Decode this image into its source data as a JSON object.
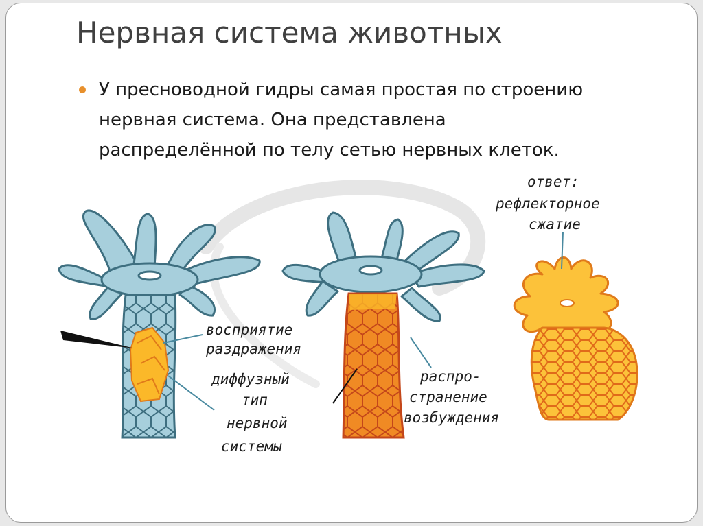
{
  "slide": {
    "title": "Нервная система животных",
    "bullet": {
      "lines": [
        "У пресноводной гидры самая простая по строению",
        "нервная система.  Она представлена",
        "распределённой по телу сетью нервных клеток."
      ]
    }
  },
  "figure": {
    "labels": {
      "perception_1": "восприятие",
      "perception_2": "раздражения",
      "diffuse_1": "диффузный",
      "diffuse_2": "тип",
      "diffuse_3": "нервной",
      "diffuse_4": "системы",
      "spread_1": "распро-",
      "spread_2": "странение",
      "spread_3": "возбуждения",
      "answer_1": "ответ:",
      "answer_2": "рефлекторное",
      "answer_3": "сжатие"
    },
    "colors": {
      "hydra_blue": "#a7cfdc",
      "hydra_outline": "#3e6f80",
      "excited_orange": "#f08a24",
      "excited_yellow": "#fbb829",
      "contracted_fill": "#fcc23a",
      "bullet_color": "#e8902c"
    }
  }
}
